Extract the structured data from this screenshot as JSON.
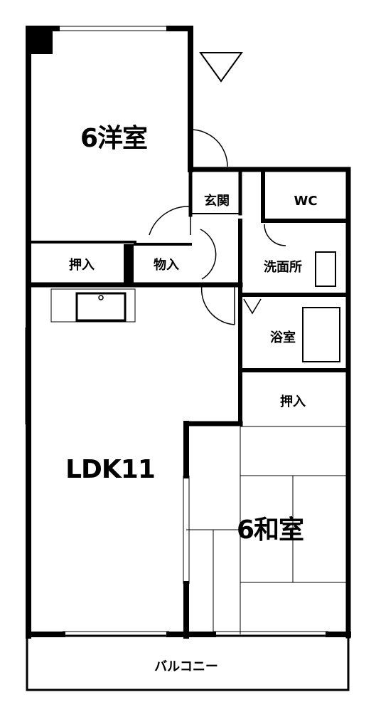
{
  "rooms": {
    "western_room": "6洋室",
    "entrance": "玄関",
    "toilet": "WC",
    "closet_left": "押入",
    "storage": "物入",
    "washroom": "洗面所",
    "bathroom": "浴室",
    "closet_right": "押入",
    "ldk": "LDK11",
    "japanese_room": "6和室",
    "balcony": "バルコニー"
  }
}
